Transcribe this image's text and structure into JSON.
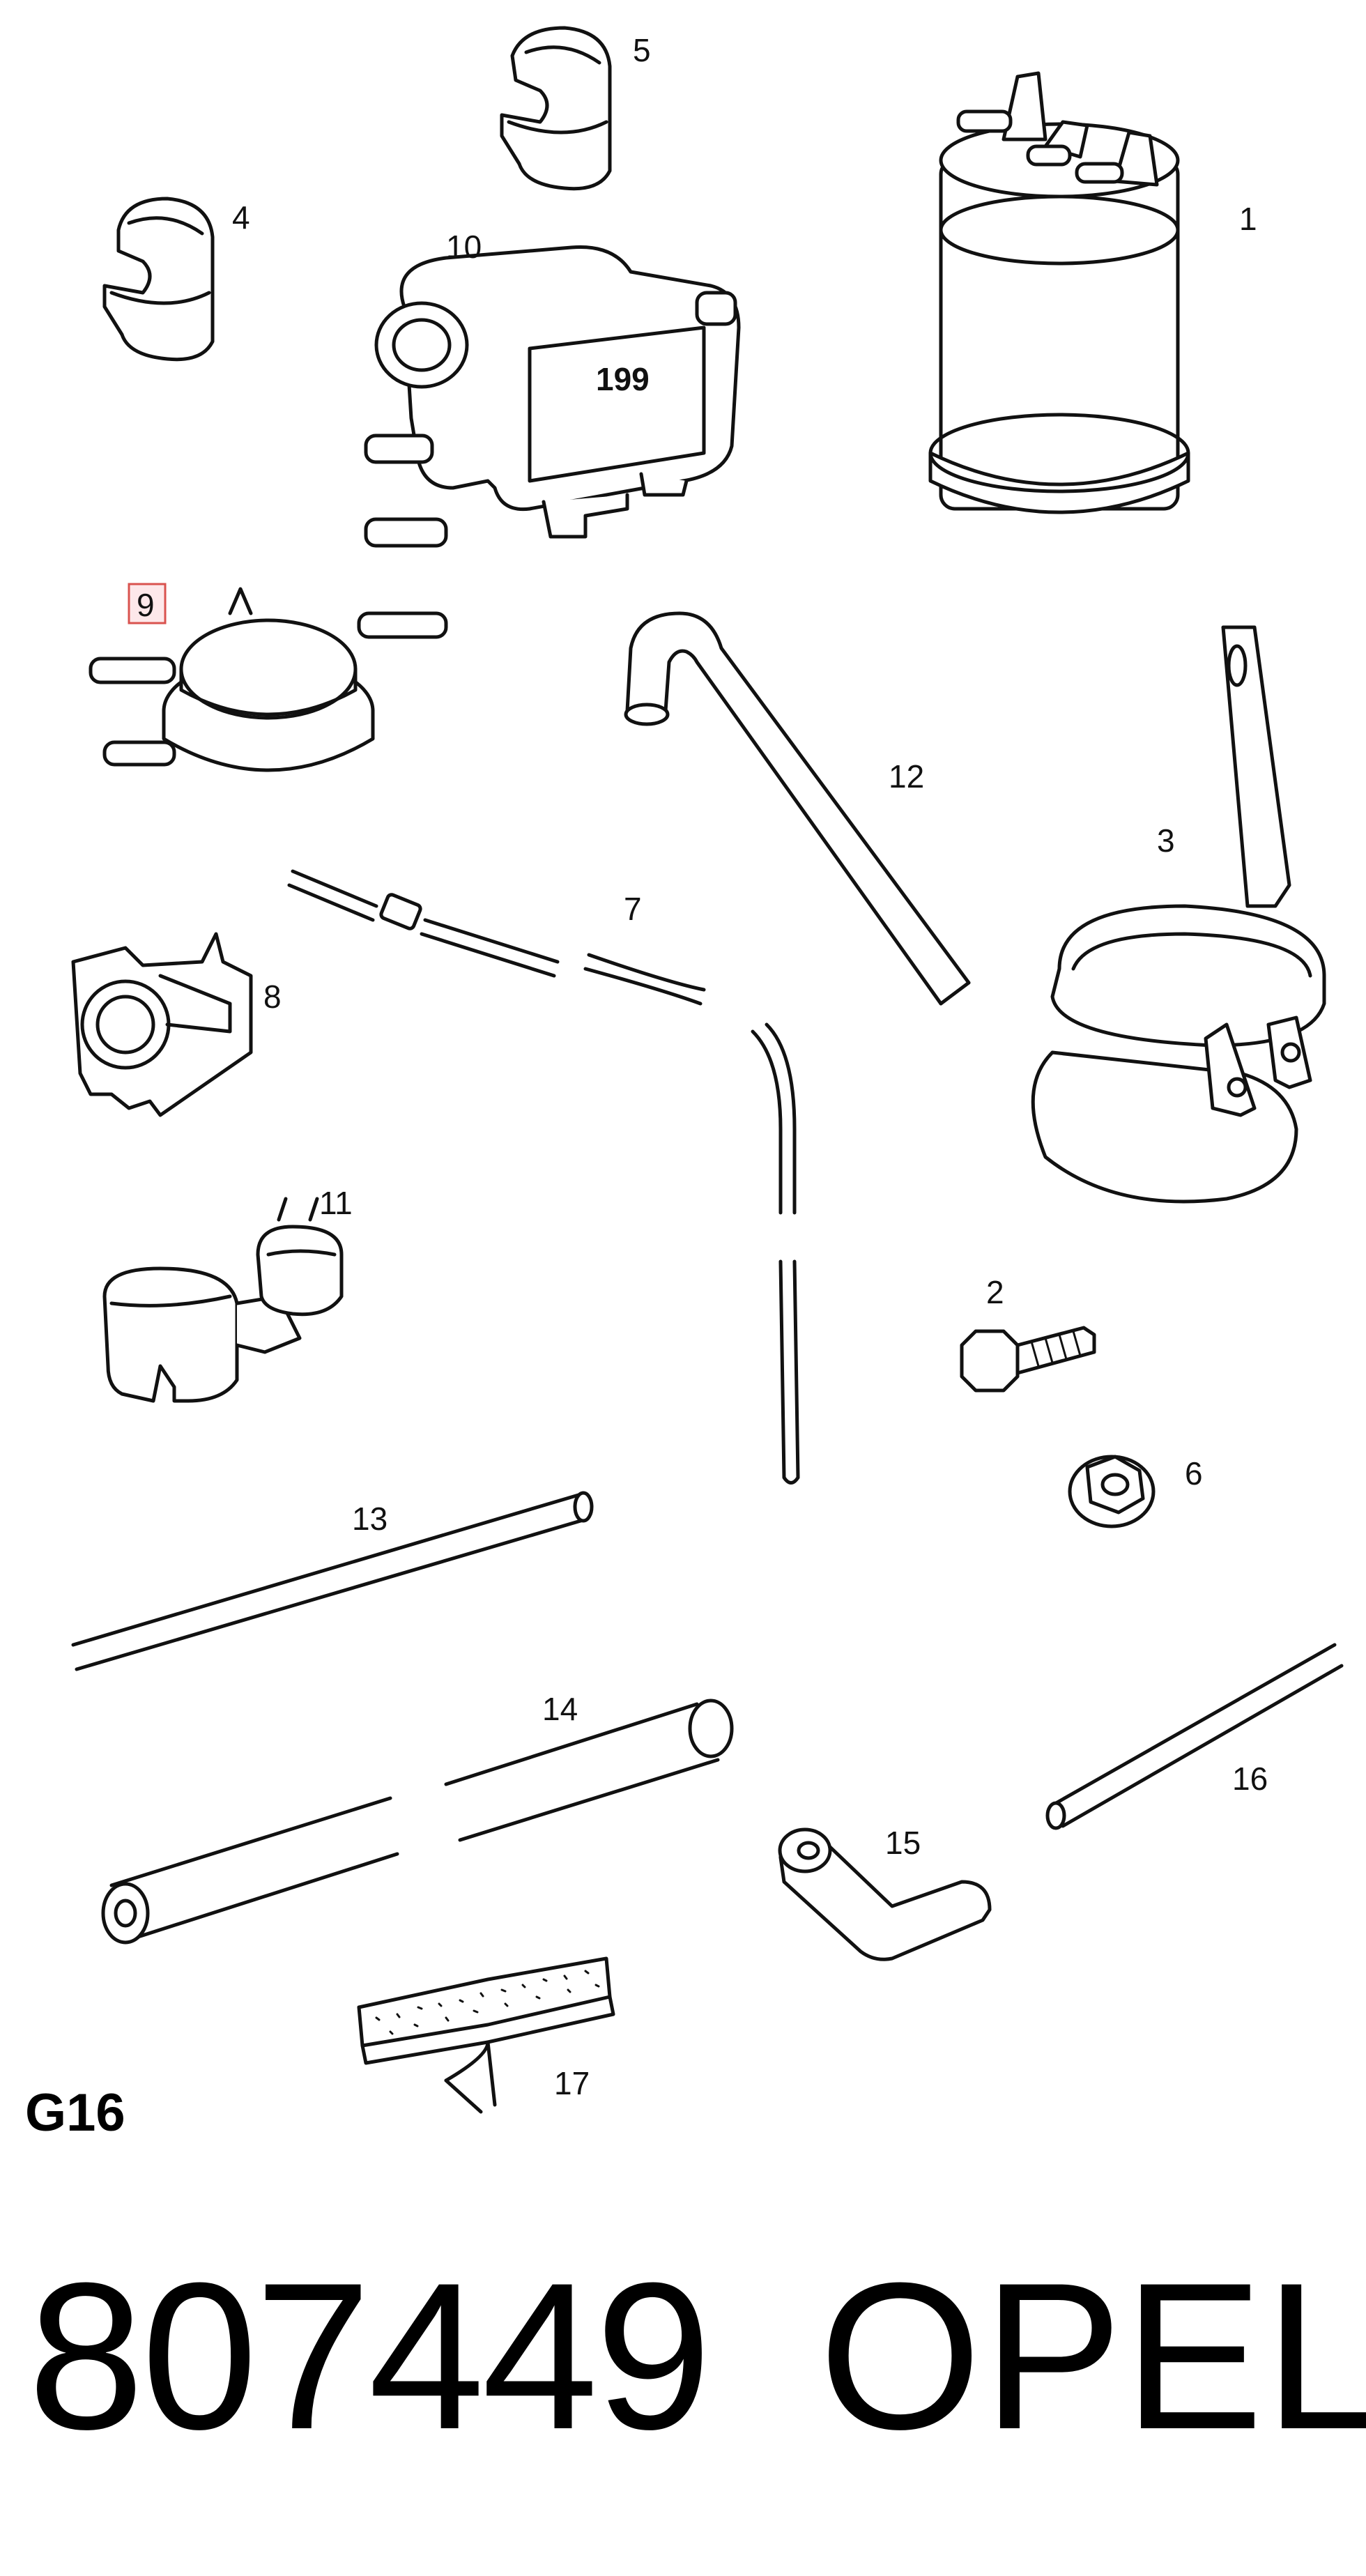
{
  "diagram": {
    "callouts": {
      "c1": "1",
      "c2": "2",
      "c3": "3",
      "c4": "4",
      "c5": "5",
      "c6": "6",
      "c7": "7",
      "c8": "8",
      "c9": "9",
      "c10": "10",
      "c11": "11",
      "c12": "12",
      "c13": "13",
      "c14": "14",
      "c15": "15",
      "c16": "16",
      "c17": "17"
    },
    "highlighted_callout": "9",
    "valve_marking": "199",
    "group_code": "G16"
  },
  "footer": {
    "part_number": "807449",
    "brand": "OPEL"
  },
  "colors": {
    "line": "#111111",
    "highlight_border": "#d9534f",
    "highlight_fill": "#fde8ea"
  }
}
